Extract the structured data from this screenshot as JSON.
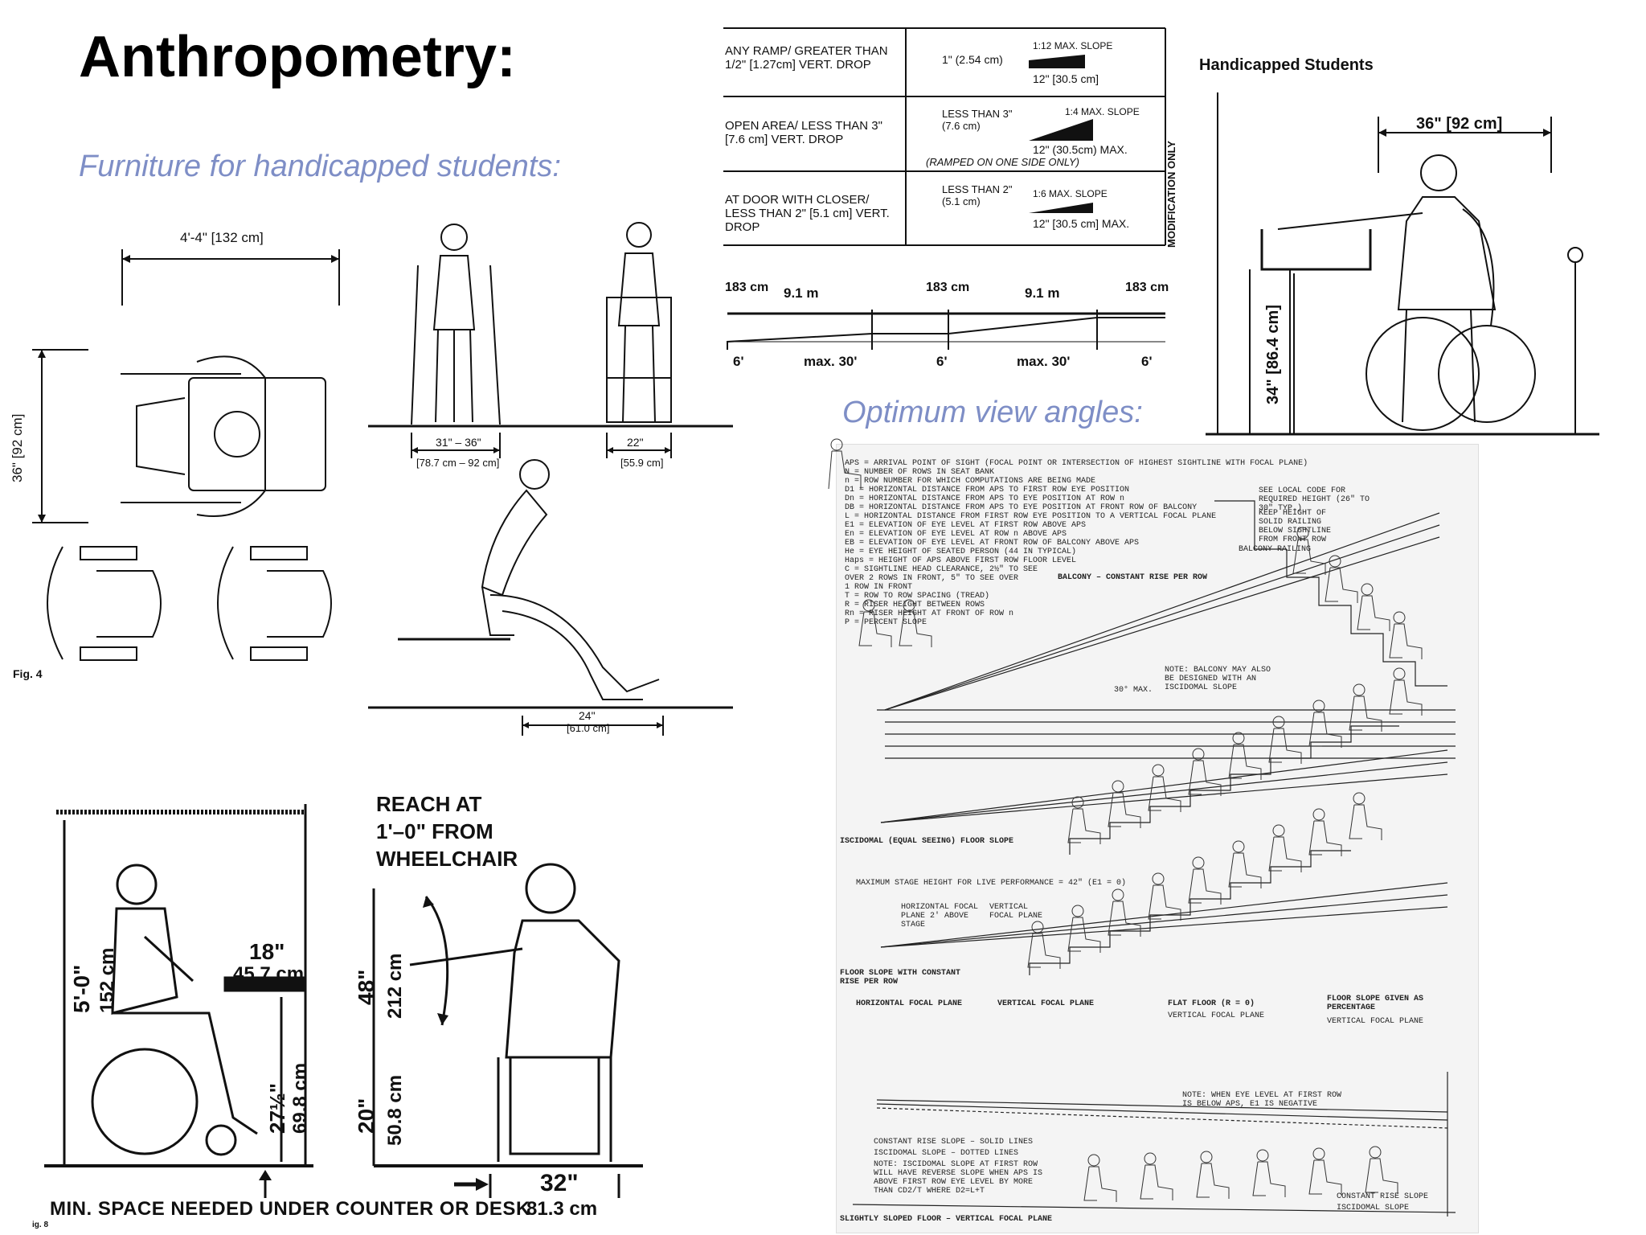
{
  "page": {
    "title": "Anthropometry:",
    "subtitle_furniture": "Furniture for handicapped students:",
    "subtitle_view": "Optimum view angles:"
  },
  "figure_furniture": {
    "wheelchair_width": "4'-4\" [132 cm]",
    "wheelchair_depth": "36\" [92 cm]",
    "fig_label": "Fig. 4",
    "crutches_width": "31\" – 36\"",
    "crutches_width_cm": "[78.7 cm – 92 cm]",
    "walker_width": "22\"",
    "walker_width_cm": "[55.9 cm]",
    "lean_clearance": "24\"",
    "lean_clearance_cm": "[61.0 cm]"
  },
  "figure_ramp": {
    "rows": [
      {
        "condition": "ANY RAMP/ GREATER THAN 1/2\" [1.27cm] VERT. DROP",
        "rise": "1\" (2.54 cm)",
        "slope": "1:12 MAX. SLOPE",
        "run": "12\" [30.5 cm]"
      },
      {
        "condition": "OPEN AREA/ LESS THAN 3\" [7.6 cm] VERT. DROP",
        "rise": "LESS THAN 3\" (7.6 cm)",
        "slope": "1:4 MAX. SLOPE",
        "run": "12\" (30.5cm) MAX.",
        "note": "(RAMPED ON ONE SIDE ONLY)"
      },
      {
        "condition": "AT DOOR WITH CLOSER/ LESS THAN 2\" [5.1 cm] VERT. DROP",
        "rise": "LESS THAN 2\" (5.1 cm)",
        "slope": "1:6 MAX. SLOPE",
        "run": "12\" [30.5 cm] MAX."
      }
    ],
    "side_label": "MODIFICATION ONLY",
    "landing": "183 cm",
    "segment": "9.1 m",
    "landing_ft": "6'",
    "segment_ft": "max. 30'"
  },
  "figure_student": {
    "heading": "Handicapped Students",
    "reach": "36\" [92 cm]",
    "desk_height": "34\" [86.4 cm]"
  },
  "figure_counter": {
    "height_imp": "5'-0\"",
    "height_cm": "152 cm",
    "knee_depth": "18\"",
    "knee_depth_cm": "45.7 cm",
    "knee_height": "27½\"",
    "knee_height_cm": "69.8 cm",
    "caption": "MIN. SPACE NEEDED UNDER COUNTER OR DESK",
    "fig_label": "ig. 8"
  },
  "figure_reach": {
    "heading_1": "REACH AT",
    "heading_2": "1'–0\" FROM",
    "heading_3": "WHEELCHAIR",
    "max_reach": "48\"",
    "max_reach_cm": "212 cm",
    "min_reach": "20\"",
    "min_reach_cm": "50.8 cm",
    "width": "32\"",
    "width_cm": "81.3 cm"
  },
  "figure_view": {
    "legend": [
      "APS = ARRIVAL POINT OF SIGHT (FOCAL POINT OR INTERSECTION OF HIGHEST SIGHTLINE WITH FOCAL PLANE)",
      "N = NUMBER OF ROWS IN SEAT BANK",
      "n = ROW NUMBER FOR WHICH COMPUTATIONS ARE BEING MADE",
      "D1 = HORIZONTAL DISTANCE FROM APS TO FIRST ROW EYE POSITION",
      "Dn = HORIZONTAL DISTANCE FROM APS TO EYE POSITION AT ROW n",
      "DB = HORIZONTAL DISTANCE FROM APS TO EYE POSITION AT FRONT ROW OF BALCONY",
      "L = HORIZONTAL DISTANCE FROM FIRST ROW EYE POSITION TO A VERTICAL FOCAL PLANE",
      "E1 = ELEVATION OF EYE LEVEL AT FIRST ROW ABOVE APS",
      "En = ELEVATION OF EYE LEVEL AT ROW n ABOVE APS",
      "EB = ELEVATION OF EYE LEVEL AT FRONT ROW OF BALCONY ABOVE APS",
      "He = EYE HEIGHT OF SEATED PERSON (44 IN TYPICAL)",
      "Haps = HEIGHT OF APS ABOVE FIRST ROW FLOOR LEVEL",
      "C = SIGHTLINE HEAD CLEARANCE, 2½\" TO SEE",
      "OVER 2 ROWS IN FRONT, 5\" TO SEE OVER",
      "1 ROW IN FRONT",
      "T = ROW TO ROW SPACING (TREAD)",
      "R = RISER HEIGHT BETWEEN ROWS",
      "Rn = RISER HEIGHT AT FRONT OF ROW n",
      "P = PERCENT SLOPE"
    ],
    "balcony_note": "SEE LOCAL CODE FOR REQUIRED HEIGHT (26\" TO 30\" TYP.)",
    "balcony_note_2": "KEEP HEIGHT OF SOLID RAILING BELOW SIGHTLINE FROM FRONT ROW",
    "balcony_railing": "BALCONY RAILING",
    "balcony_title": "BALCONY – CONSTANT RISE PER ROW",
    "balcony_note_3": "NOTE: BALCONY MAY ALSO BE DESIGNED WITH AN ISCIDOMAL SLOPE",
    "angle": "30° MAX.",
    "section_1": "ISCIDOMAL (EQUAL SEEING) FLOOR SLOPE",
    "max_stage": "MAXIMUM STAGE HEIGHT FOR LIVE PERFORMANCE = 42\" (E1 = 0)",
    "hfp": "HORIZONTAL FOCAL PLANE 2' ABOVE STAGE",
    "vfp": "VERTICAL FOCAL PLANE",
    "section_2": "FLOOR SLOPE WITH CONSTANT RISE PER ROW",
    "col_1": "HORIZONTAL FOCAL PLANE",
    "col_2": "VERTICAL FOCAL PLANE",
    "col_3": "FLAT FLOOR (R = 0)",
    "col_3b": "VERTICAL FOCAL PLANE",
    "col_4": "FLOOR SLOPE GIVEN AS PERCENTAGE",
    "col_4b": "VERTICAL FOCAL PLANE",
    "note_eye": "NOTE: WHEN EYE LEVEL AT FIRST ROW IS BELOW APS, E1 IS NEGATIVE",
    "legend_solid": "CONSTANT RISE SLOPE – SOLID LINES",
    "legend_dotted": "ISCIDOMAL SLOPE – DOTTED LINES",
    "legend_note": "NOTE: ISCIDOMAL SLOPE AT FIRST ROW WILL HAVE REVERSE SLOPE WHEN APS IS ABOVE FIRST ROW EYE LEVEL BY MORE THAN CD2/T WHERE D2=L+T",
    "curve_1": "CONSTANT RISE SLOPE",
    "curve_2": "ISCIDOMAL SLOPE",
    "section_3": "SLIGHTLY SLOPED FLOOR – VERTICAL FOCAL PLANE"
  }
}
